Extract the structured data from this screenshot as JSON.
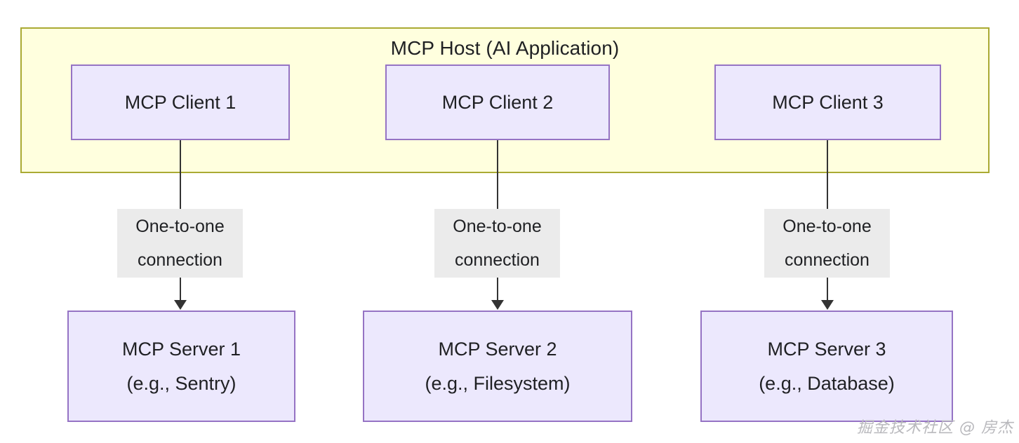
{
  "diagram": {
    "title": "MCP Host (AI Application)",
    "host": {
      "label": "MCP Host (AI Application)",
      "fill_color": "#ffffde",
      "border_color": "#aaaa33"
    },
    "node_style": {
      "fill_color": "#ece8fd",
      "border_color": "#9573c4"
    },
    "clients": [
      {
        "label": "MCP Client 1"
      },
      {
        "label": "MCP Client 2"
      },
      {
        "label": "MCP Client 3"
      }
    ],
    "edges": [
      {
        "label": "One-to-one\nconnection",
        "from": "MCP Client 1",
        "to": "MCP Server 1"
      },
      {
        "label": "One-to-one\nconnection",
        "from": "MCP Client 2",
        "to": "MCP Server 2"
      },
      {
        "label": "One-to-one\nconnection",
        "from": "MCP Client 3",
        "to": "MCP Server 3"
      }
    ],
    "edge_label_style": {
      "background_color": "#ebebeb",
      "line_color": "#333333"
    },
    "servers": [
      {
        "label": "MCP Server 1\n(e.g., Sentry)"
      },
      {
        "label": "MCP Server 2\n(e.g., Filesystem)"
      },
      {
        "label": "MCP Server 3\n(e.g., Database)"
      }
    ],
    "watermark": "掘金技术社区 @ 房杰"
  }
}
